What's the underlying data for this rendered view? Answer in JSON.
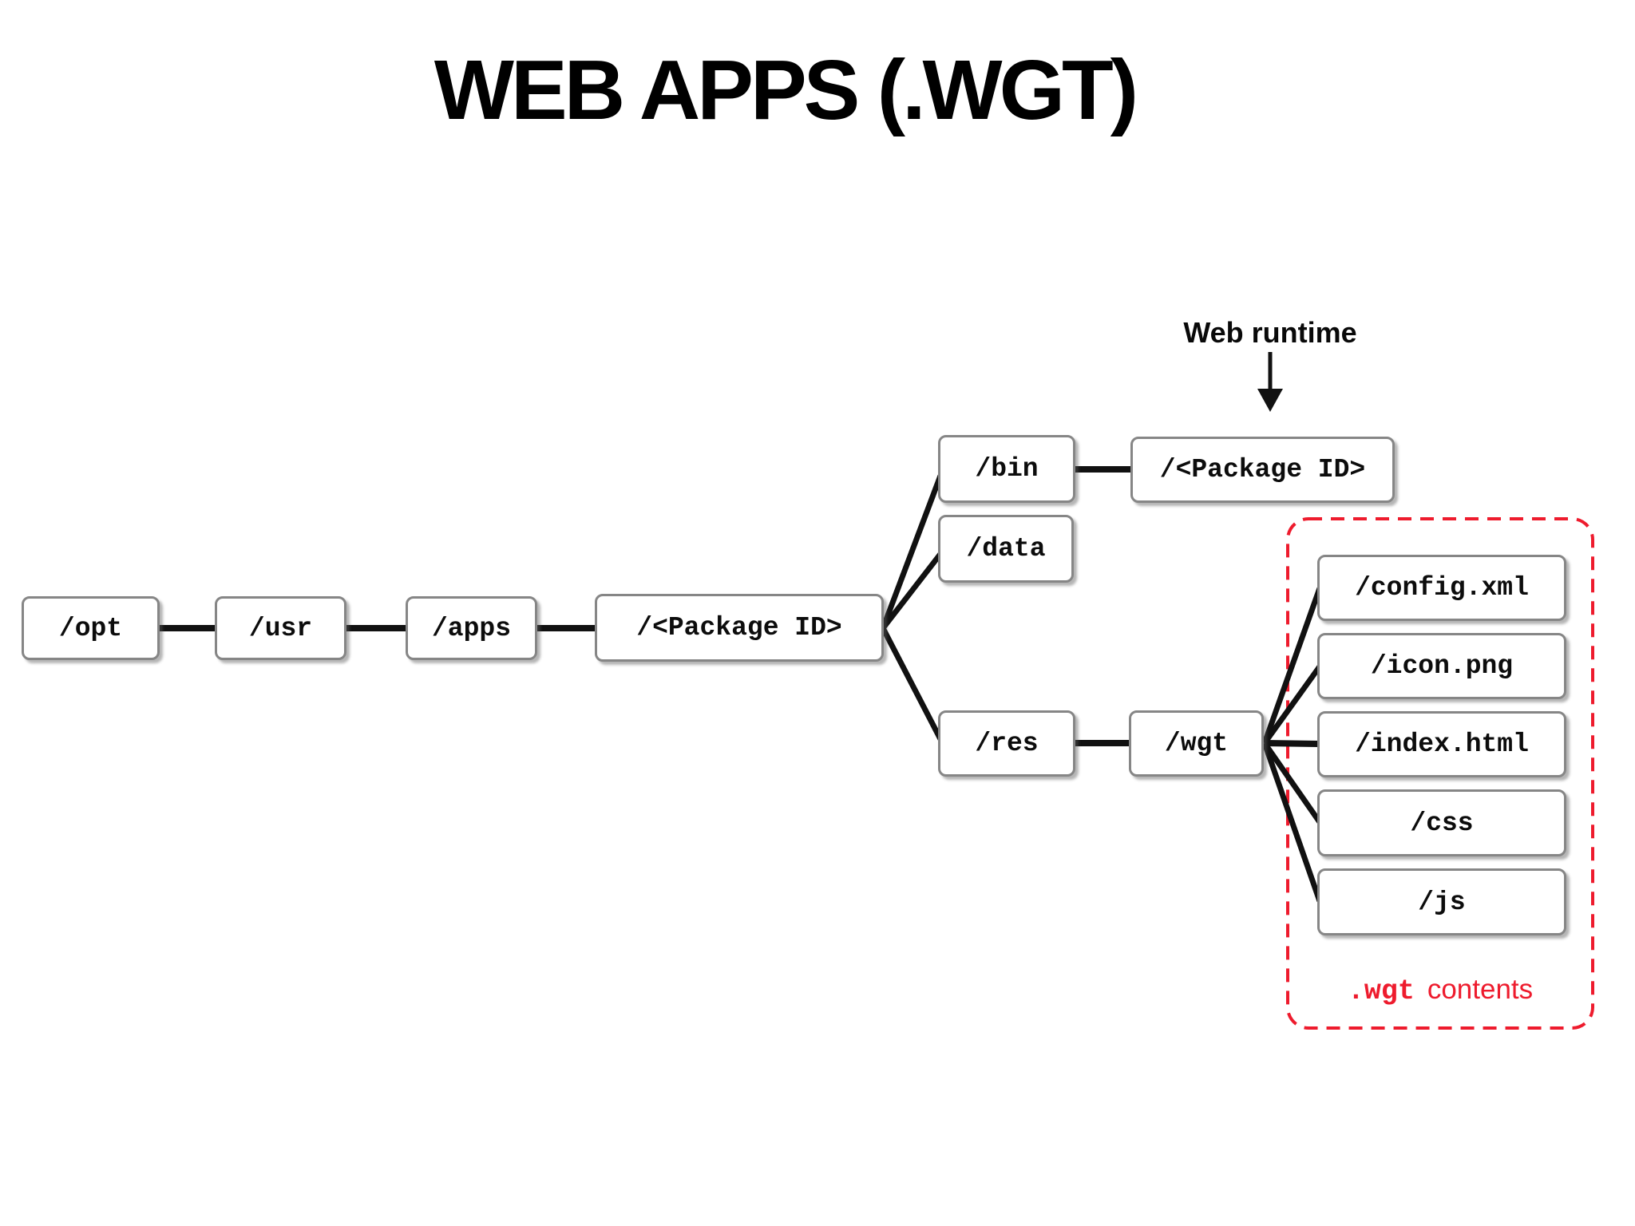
{
  "title": "WEB APPS (.WGT)",
  "annotations": {
    "web_runtime": "Web runtime",
    "wgt_contents_prefix": ".wgt",
    "wgt_contents_suffix": "contents"
  },
  "colors": {
    "accent_red": "#ee1b2d",
    "line_black": "#111111",
    "box_border_gray": "#868686",
    "background": "#ffffff"
  },
  "nodes": {
    "opt": "/opt",
    "usr": "/usr",
    "apps": "/apps",
    "package_id": "/<Package ID>",
    "bin": "/bin",
    "bin_package_id": "/<Package ID>",
    "data": "/data",
    "res": "/res",
    "wgt": "/wgt",
    "config_xml": "/config.xml",
    "icon_png": "/icon.png",
    "index_html": "/index.html",
    "css": "/css",
    "js": "/js"
  }
}
